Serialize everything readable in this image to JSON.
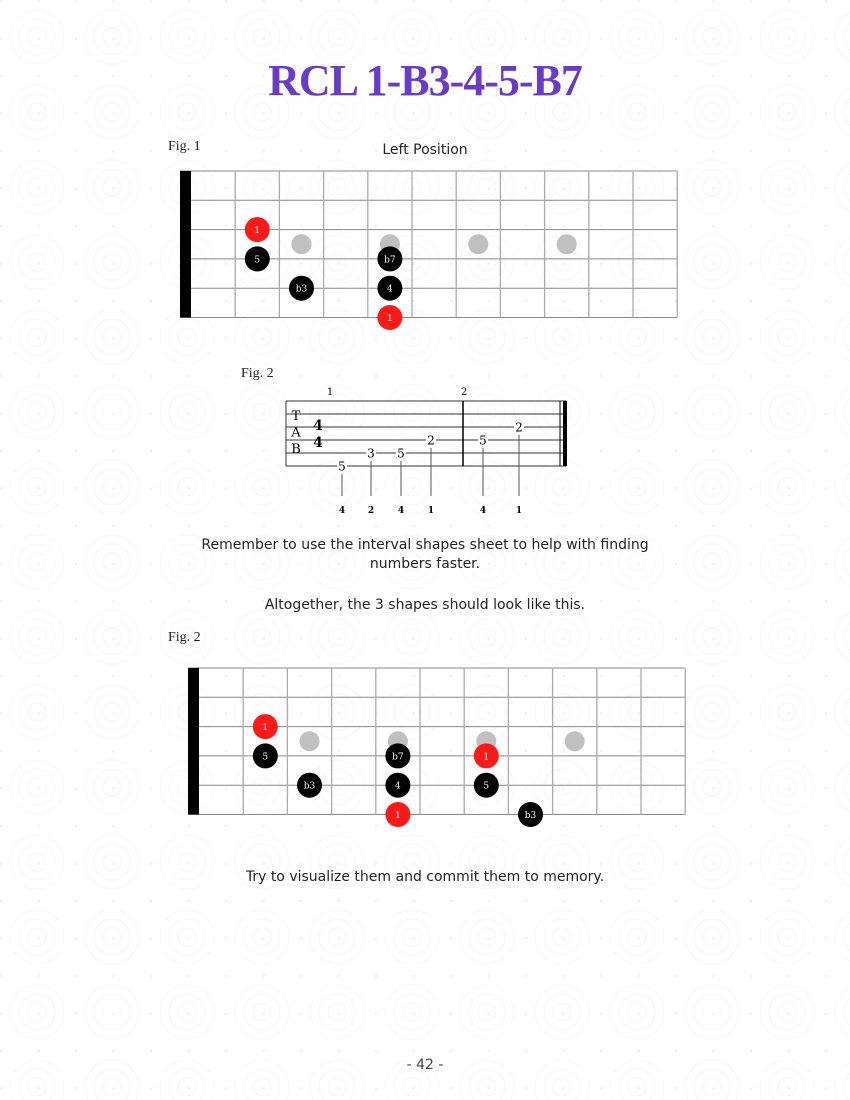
{
  "title": "RCL 1-B3-4-5-B7",
  "fig1": {
    "label": "Fig. 1",
    "caption": "Left Position",
    "notes": [
      {
        "string": 3,
        "fret": 2,
        "label": "1",
        "root": true
      },
      {
        "string": 4,
        "fret": 2,
        "label": "5",
        "root": false
      },
      {
        "string": 5,
        "fret": 3,
        "label": "b3",
        "root": false
      },
      {
        "string": 4,
        "fret": 5,
        "label": "b7",
        "root": false
      },
      {
        "string": 5,
        "fret": 5,
        "label": "4",
        "root": false
      },
      {
        "string": 6,
        "fret": 5,
        "label": "1",
        "root": true
      }
    ]
  },
  "fig2": {
    "label": "Fig. 2",
    "measures": [
      "1",
      "2"
    ],
    "tab_letters": [
      "T",
      "A",
      "B"
    ],
    "time_sig": [
      "4",
      "4"
    ],
    "notes": [
      {
        "string": 6,
        "fret": "5",
        "finger": "4"
      },
      {
        "string": 5,
        "fret": "3",
        "finger": "2"
      },
      {
        "string": 5,
        "fret": "5",
        "finger": "4"
      },
      {
        "string": 4,
        "fret": "2",
        "finger": "1"
      },
      {
        "string": 4,
        "fret": "5",
        "finger": "4"
      },
      {
        "string": 3,
        "fret": "2",
        "finger": "1"
      }
    ]
  },
  "text1": "Remember to use the interval shapes sheet to help with finding",
  "text1b": "numbers faster.",
  "text2": "Altogether, the 3 shapes should look like this.",
  "fig3": {
    "label": "Fig. 2",
    "notes": [
      {
        "string": 3,
        "fret": 2,
        "label": "1",
        "root": true
      },
      {
        "string": 4,
        "fret": 2,
        "label": "5",
        "root": false
      },
      {
        "string": 5,
        "fret": 3,
        "label": "b3",
        "root": false
      },
      {
        "string": 4,
        "fret": 5,
        "label": "b7",
        "root": false
      },
      {
        "string": 5,
        "fret": 5,
        "label": "4",
        "root": false
      },
      {
        "string": 6,
        "fret": 5,
        "label": "1",
        "root": true
      },
      {
        "string": 4,
        "fret": 7,
        "label": "1",
        "root": true
      },
      {
        "string": 5,
        "fret": 7,
        "label": "5",
        "root": false
      },
      {
        "string": 6,
        "fret": 8,
        "label": "b3",
        "root": false
      }
    ]
  },
  "text3": "Try to visualize them and commit them to memory.",
  "page_number": "- 42 -",
  "colors": {
    "title": "#6a3bc8",
    "root": "#ff1a1a",
    "note": "#000000",
    "inlay": "#c0c0c0"
  }
}
